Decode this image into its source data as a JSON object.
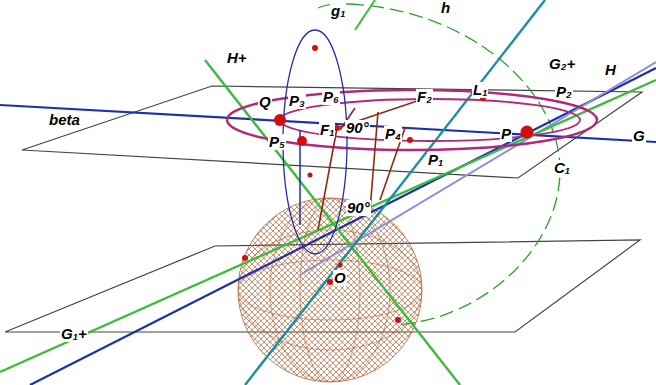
{
  "diagram": {
    "labels": [
      "h",
      "g₁",
      "H+",
      "G₂+",
      "H",
      "Q",
      "P₃",
      "P₆",
      "F₂",
      "L₁",
      "P₂",
      "beta",
      "P₅",
      "F₁",
      "90°",
      "P₄",
      "P",
      "G",
      "C₁",
      "P₁",
      "90°",
      "O",
      "G₁+"
    ]
  }
}
